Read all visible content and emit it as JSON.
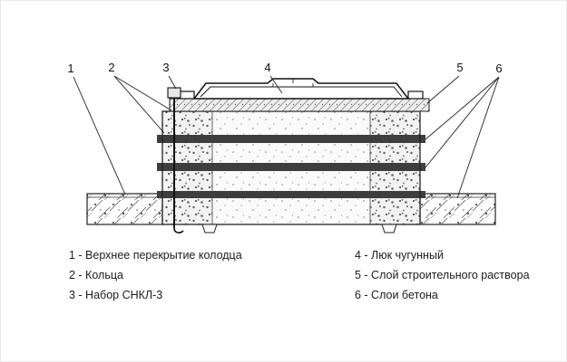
{
  "diagram": {
    "callouts": [
      "1",
      "2",
      "3",
      "4",
      "5",
      "6"
    ]
  },
  "legend": {
    "items": [
      "1 - Верхнее перекрытие колодца",
      "2 - Кольца",
      "3 - Набор СНКЛ-3",
      "4 - Люк чугунный",
      "5 - Слой строительного раствора",
      "6 - Слои бетона"
    ]
  },
  "colors": {
    "background": "#ffffff",
    "ink": "#1b1b1b",
    "joint_band": "#3e3e3e"
  }
}
